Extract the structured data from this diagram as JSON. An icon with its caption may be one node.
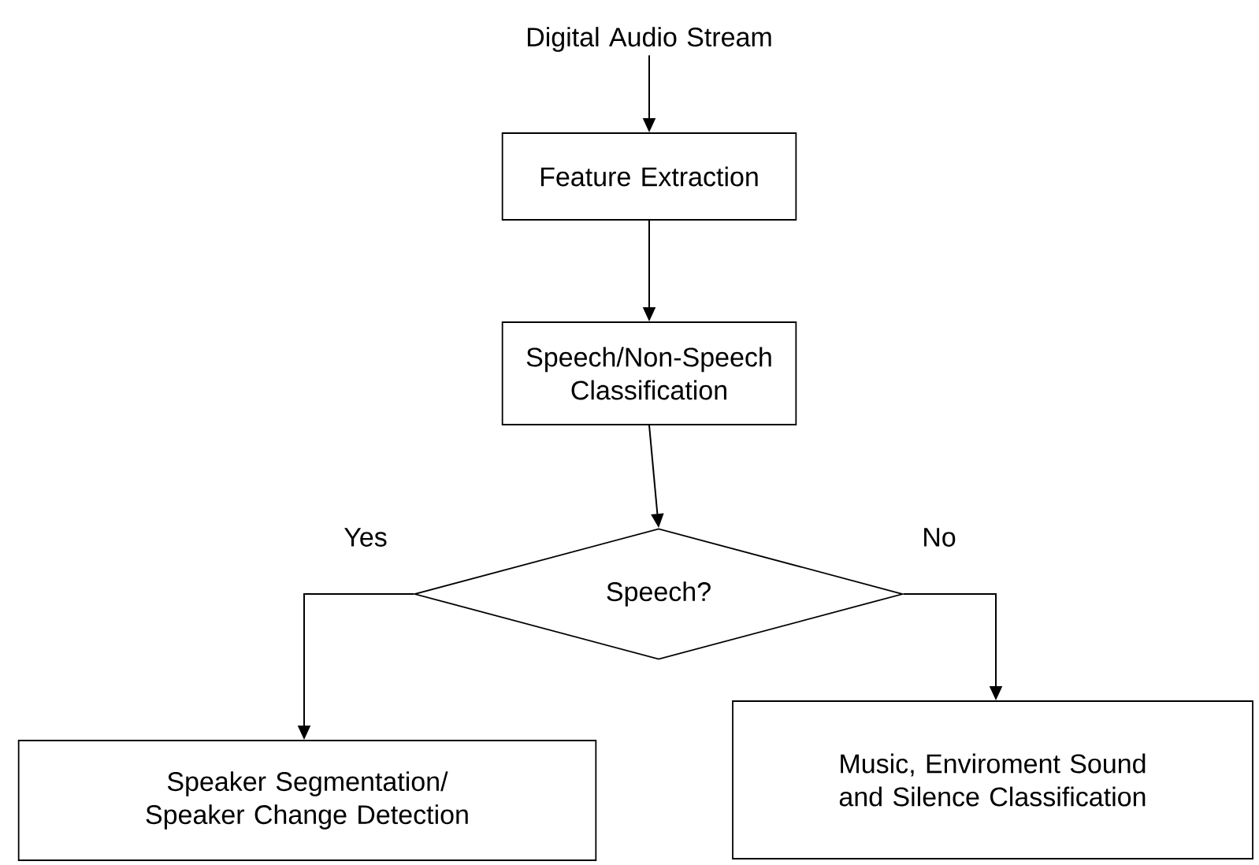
{
  "diagram": {
    "nodes": [
      {
        "text": [
          "Digital Audio Stream"
        ]
      },
      {
        "text": [
          "Feature Extraction"
        ]
      },
      {
        "text": [
          "Speech/Non-Speech Classification"
        ]
      },
      {
        "text": [
          "Speech?"
        ]
      },
      {
        "text": [
          "Speaker Segmentation/ Speaker Change Detection"
        ]
      },
      {
        "text": [
          "Music, Enviroment Sound and Silence Classification"
        ]
      }
    ],
    "edges": [
      {
        "from": 0,
        "to": 1,
        "arrow": "to"
      },
      {
        "from": 1,
        "to": 2,
        "arrow": "to"
      },
      {
        "from": 2,
        "to": 3,
        "arrow": "to"
      },
      {
        "from": 3,
        "to": 4,
        "arrow": "to",
        "label": "Yes"
      },
      {
        "from": 3,
        "to": 5,
        "arrow": "to",
        "label": "No"
      }
    ]
  }
}
